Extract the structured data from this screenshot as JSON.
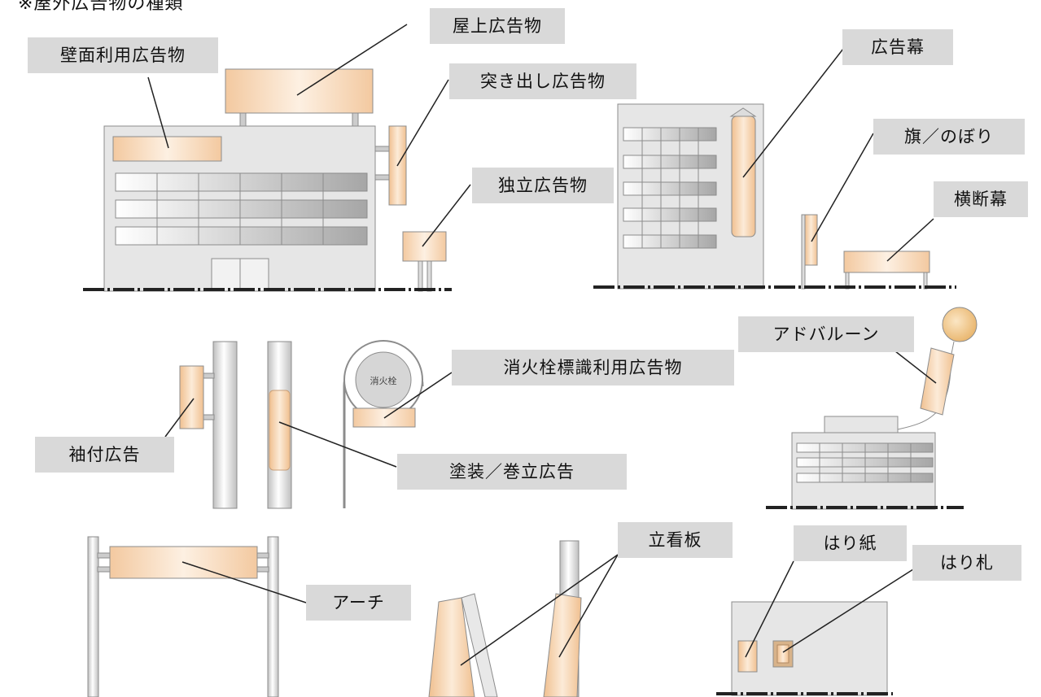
{
  "page_title": "※屋外広告物の種類",
  "labels": {
    "okujo": "屋上広告物",
    "hekimen": "壁面利用広告物",
    "tsukidashi": "突き出し広告物",
    "dokuritsu": "独立広告物",
    "kokokumaku": "広告幕",
    "hata": "旗／のぼり",
    "odanmaku": "横断幕",
    "adoballoon": "アドバルーン",
    "shokasen": "消火栓標識利用広告物",
    "sodetsuke": "袖付広告",
    "tosou": "塗装／巻立広告",
    "arch": "アーチ",
    "tatekanban": "立看板",
    "harigami": "はり紙",
    "harifuda": "はり札"
  },
  "hydrant_sign_text": "消火栓",
  "colors": {
    "label_bg": "#d9d9d9",
    "building_gray": "#e6e6e6",
    "outline": "#8c8c8c",
    "ad_peach": "#f5cfa8",
    "balloon_yellow": "#f2c98a"
  }
}
